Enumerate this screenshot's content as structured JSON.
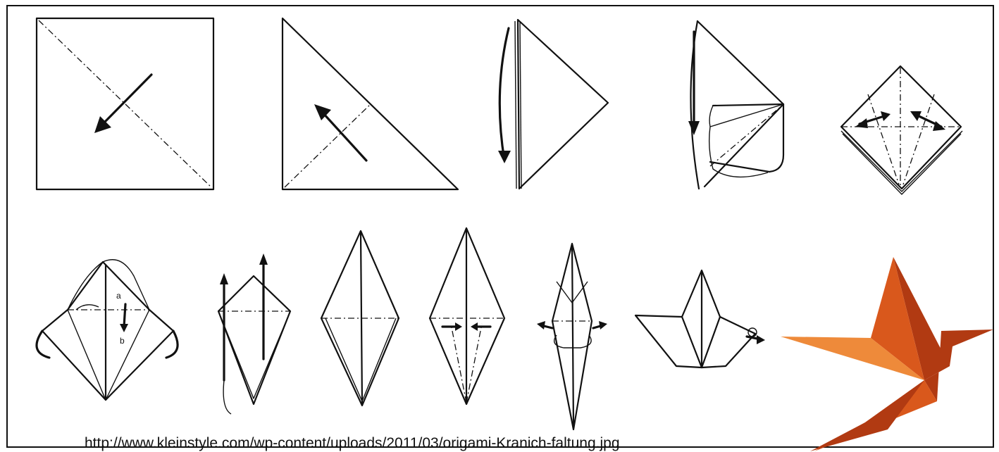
{
  "diagram": {
    "caption": "http://www.kleinstyle.com/wp-content/uploads/2011/03/origami-Kranich-faltung.jpg",
    "step_labels": {
      "a": "a",
      "b": "b"
    },
    "colors": {
      "border": "#111111",
      "crane_dark": "#b13a12",
      "crane_mid": "#d9581c",
      "crane_light": "#ee8a3a"
    }
  }
}
